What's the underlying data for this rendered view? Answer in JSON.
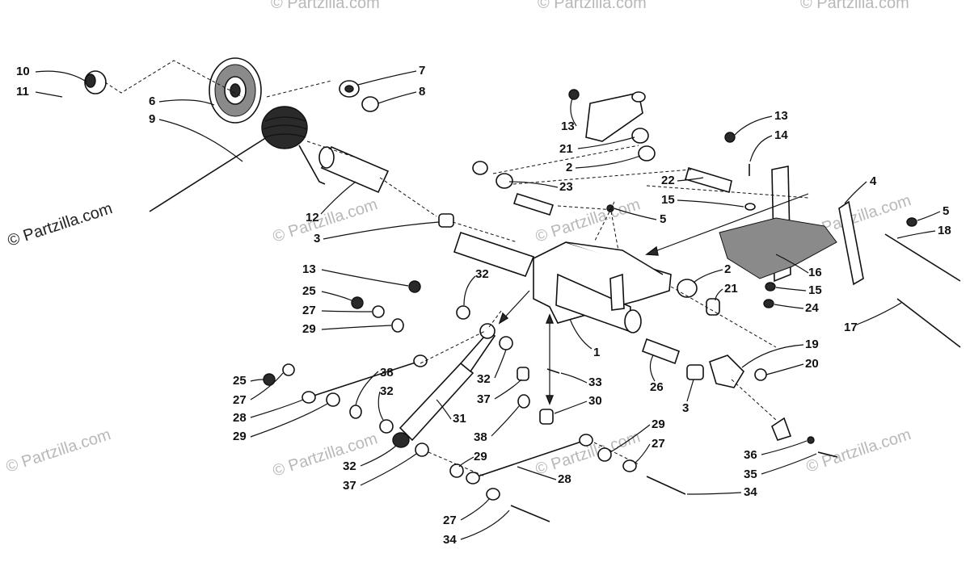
{
  "watermark": {
    "main_text": "© Partzilla.com",
    "repeat_text": "© Partzilla.com"
  },
  "callouts": [
    "10",
    "11",
    "6",
    "9",
    "7",
    "8",
    "12",
    "3",
    "13",
    "21",
    "2",
    "23",
    "22",
    "15",
    "5",
    "14",
    "4",
    "18",
    "16",
    "24",
    "17",
    "19",
    "20",
    "1",
    "26",
    "33",
    "30",
    "37",
    "32",
    "25",
    "27",
    "29",
    "28",
    "31",
    "38",
    "36",
    "35",
    "34"
  ],
  "colors": {
    "ink": "#111111",
    "watermark": "#b8b8b8",
    "background": "#ffffff"
  }
}
